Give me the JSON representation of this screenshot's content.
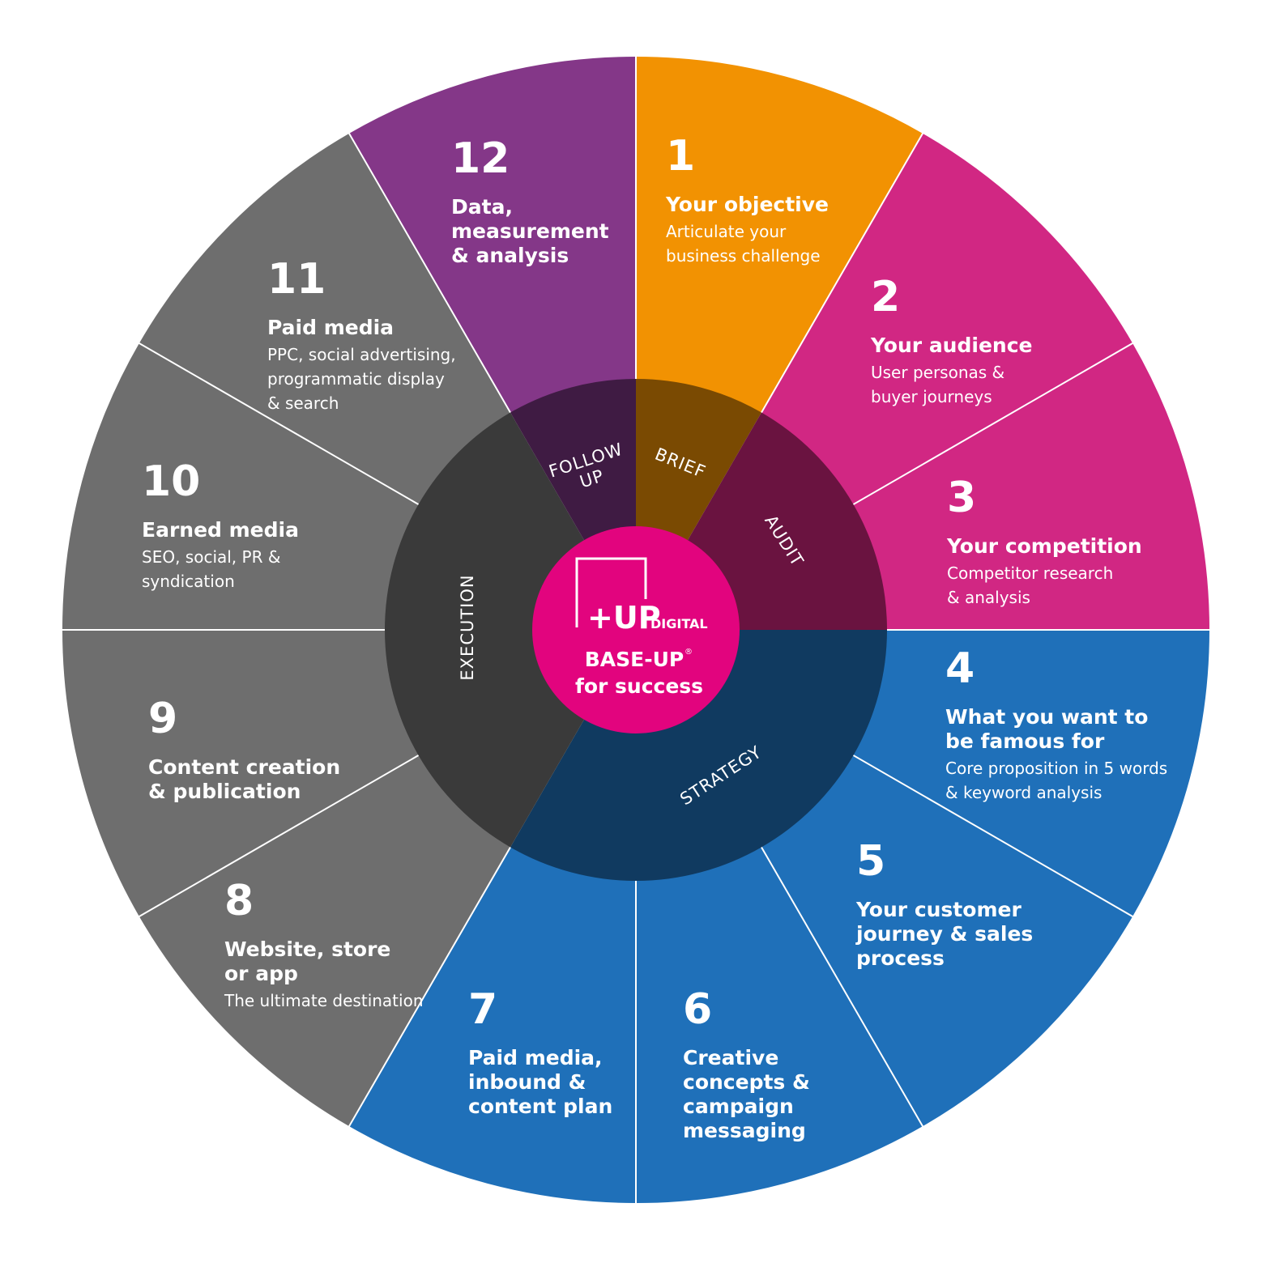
{
  "colors": {
    "orange": "#F29202",
    "magenta": "#D12783",
    "blue": "#1F70B9",
    "grey": "#6E6E6E",
    "purple": "#843788",
    "brief_dark": "#7A4A02",
    "audit_dark": "#6A1340",
    "strategy_dark": "#103A60",
    "execution_dark": "#3A3A3A",
    "followup_dark": "#3F1B43",
    "center_pink": "#E2047E",
    "divider": "#ffffff"
  },
  "segments": [
    {
      "number": "1",
      "title": [
        "Your objective"
      ],
      "subtitle": [
        "Articulate your",
        "business challenge"
      ],
      "color_key": "orange"
    },
    {
      "number": "2",
      "title": [
        "Your audience"
      ],
      "subtitle": [
        "User personas &",
        "buyer journeys"
      ],
      "color_key": "magenta"
    },
    {
      "number": "3",
      "title": [
        "Your competition"
      ],
      "subtitle": [
        "Competitor research",
        "& analysis"
      ],
      "color_key": "magenta"
    },
    {
      "number": "4",
      "title": [
        "What you want to",
        "be famous for"
      ],
      "subtitle": [
        "Core proposition in 5 words",
        "& keyword analysis"
      ],
      "color_key": "blue"
    },
    {
      "number": "5",
      "title": [
        "Your customer",
        "journey & sales",
        "process"
      ],
      "subtitle": [],
      "color_key": "blue"
    },
    {
      "number": "6",
      "title": [
        "Creative",
        "concepts &",
        "campaign",
        "messaging"
      ],
      "subtitle": [],
      "color_key": "blue"
    },
    {
      "number": "7",
      "title": [
        "Paid media,",
        "inbound &",
        "content plan"
      ],
      "subtitle": [],
      "color_key": "blue"
    },
    {
      "number": "8",
      "title": [
        "Website, store",
        "or app"
      ],
      "subtitle": [
        "The ultimate destination"
      ],
      "color_key": "grey"
    },
    {
      "number": "9",
      "title": [
        "Content creation",
        "& publication"
      ],
      "subtitle": [],
      "color_key": "grey"
    },
    {
      "number": "10",
      "title": [
        "Earned media"
      ],
      "subtitle": [
        "SEO, social, PR &",
        "syndication"
      ],
      "color_key": "grey"
    },
    {
      "number": "11",
      "title": [
        "Paid media"
      ],
      "subtitle": [
        "PPC, social advertising,",
        "programmatic display",
        "& search"
      ],
      "color_key": "grey"
    },
    {
      "number": "12",
      "title": [
        "Data,",
        "measurement",
        "& analysis"
      ],
      "subtitle": [],
      "color_key": "purple"
    }
  ],
  "phases": [
    {
      "lines": [
        "BRIEF"
      ],
      "color_key": "brief_dark"
    },
    {
      "lines": [
        "AUDIT"
      ],
      "color_key": "audit_dark"
    },
    {
      "lines": [
        "STRATEGY"
      ],
      "color_key": "strategy_dark"
    },
    {
      "lines": [
        "EXECUTION"
      ],
      "color_key": "execution_dark"
    },
    {
      "lines": [
        "FOLLOW",
        "UP"
      ],
      "color_key": "followup_dark"
    }
  ],
  "center": {
    "logo_mark": "+UP",
    "logo_sub": "DIGITAL",
    "line1": "BASE-UP",
    "registered": "®",
    "line2": "for success"
  }
}
